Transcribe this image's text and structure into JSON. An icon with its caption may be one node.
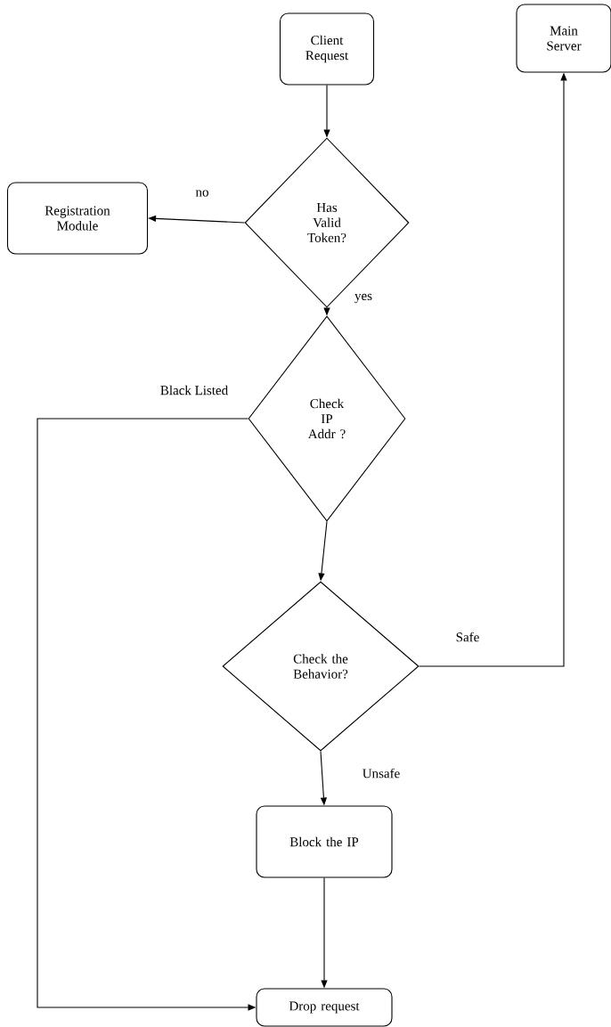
{
  "diagram": {
    "nodes": [
      {
        "text": [
          "Client Request"
        ]
      },
      {
        "text": [
          "Has Valid Token?"
        ]
      },
      {
        "text": [
          "Registration Module"
        ]
      },
      {
        "text": [
          "Main Server"
        ]
      },
      {
        "text": [
          "Check IP Addr ?"
        ]
      },
      {
        "text": [
          "Check the Behavior?"
        ]
      },
      {
        "text": [
          "Block the IP"
        ]
      },
      {
        "text": [
          "Drop request"
        ]
      }
    ],
    "edges": [
      {
        "from": 0,
        "to": 1,
        "arrow": "to"
      },
      {
        "from": 1,
        "to": 2,
        "arrow": "to",
        "label": "no"
      },
      {
        "from": 1,
        "to": 4,
        "arrow": "to",
        "label": "yes"
      },
      {
        "from": 4,
        "to": 7,
        "arrow": "to",
        "label": "Black Listed"
      },
      {
        "from": 4,
        "to": 5,
        "arrow": "to"
      },
      {
        "from": 5,
        "to": 3,
        "arrow": "to",
        "label": "Safe"
      },
      {
        "from": 5,
        "to": 6,
        "arrow": "to",
        "label": "Unsafe"
      },
      {
        "from": 6,
        "to": 7,
        "arrow": "to"
      }
    ]
  }
}
